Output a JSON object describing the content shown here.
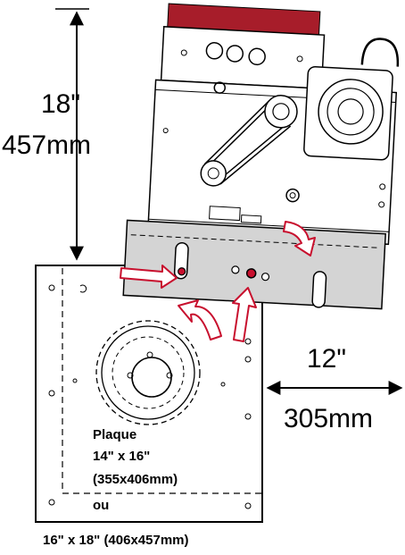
{
  "dimensions": {
    "height_in": "18\"",
    "height_mm": "457mm",
    "width_in": "12\"",
    "width_mm": "305mm"
  },
  "plate": {
    "line1": "Plaque",
    "line2": "14\" x 16\"",
    "line3": "(355x406mm)",
    "line4": "ou",
    "alt_size": "16\" x 18\" (406x457mm)"
  },
  "colors": {
    "guard": "#a71d2a",
    "plate_bar": "#d4d4d4",
    "arrow_fill": "#ffffff",
    "arrow_stroke": "#c8102e",
    "line": "#000000"
  }
}
